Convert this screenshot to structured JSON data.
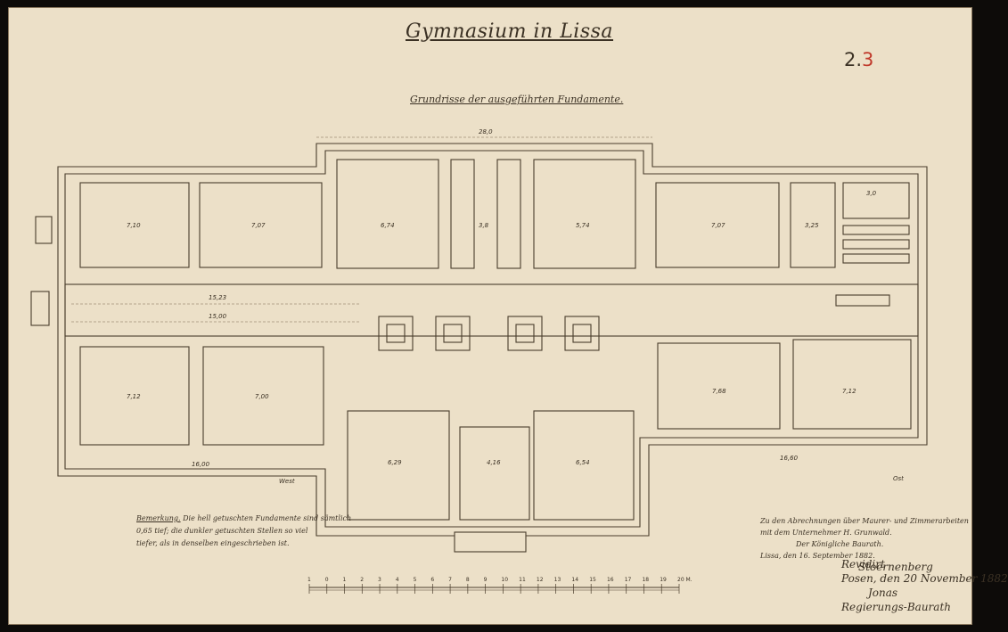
{
  "title": "Gymnasium in Lissa",
  "sheet_number": {
    "main": "2.",
    "suffix": "3"
  },
  "subtitle": "Grundrisse der ausgeführten Fundamente.",
  "overall_width": "28,0",
  "rooms": [
    {
      "label": "7,10"
    },
    {
      "label": "7,07"
    },
    {
      "label": "6,74"
    },
    {
      "label": "3,8"
    },
    {
      "label": "5,74"
    },
    {
      "label": "7,07"
    },
    {
      "label": "3,25"
    },
    {
      "label": "3,0"
    },
    {
      "label": "7,12"
    },
    {
      "label": "7,00"
    },
    {
      "label": "6,29"
    },
    {
      "label": "4,16"
    },
    {
      "label": "6,54"
    },
    {
      "label": "7,68"
    },
    {
      "label": "7,12"
    }
  ],
  "corridor": {
    "upper": "15,23",
    "lower": "15,00"
  },
  "bottom_dims": {
    "left": "16,00",
    "right": "16,60"
  },
  "note": {
    "heading": "Bemerkung.",
    "lines": [
      "Die hell getuschten Fundamente sind sämtlich",
      "0,65 tief; die dunkler getuschten Stellen so viel",
      "tiefer, als in denselben eingeschrieben ist."
    ]
  },
  "certification": {
    "lines": [
      "Zu den Abrechnungen über Maurer- und Zimmerarbeiten",
      "mit dem Unternehmer H. Grunwald.",
      "Der Königliche Baurath.",
      "Lissa, den 16. September 1882."
    ],
    "signature": "Stoernenberg"
  },
  "approval": {
    "lines": [
      "Revidirt",
      "Posen, den 20 November 1882",
      "Jonas",
      "Regierungs-Baurath"
    ]
  },
  "scale": {
    "ticks": [
      "1",
      "0",
      "1",
      "2",
      "3",
      "4",
      "5",
      "6",
      "7",
      "8",
      "9",
      "10",
      "11",
      "12",
      "13",
      "14",
      "15",
      "16",
      "17",
      "18",
      "19",
      "20 M."
    ]
  },
  "marks": {
    "west": "West",
    "ost": "Ost"
  }
}
